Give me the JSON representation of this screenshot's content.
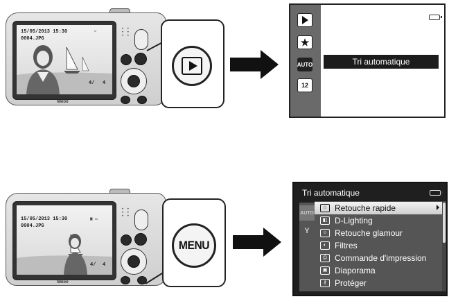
{
  "step1": {
    "camera": {
      "osd_datetime": "15/05/2013 15:30",
      "osd_file": "0004.JPG",
      "osd_frame": "4/",
      "osd_total": "4",
      "brand": "Nikon"
    },
    "zoom_button": {
      "icon": "play-icon"
    },
    "lcd": {
      "mode_icons": [
        "play-icon",
        "star-icon",
        "auto-sort-icon",
        "list-by-date-icon"
      ],
      "mode_labels": [
        "",
        "",
        "AUTO",
        "12"
      ],
      "selected_label": "Tri automatique"
    }
  },
  "step2": {
    "camera": {
      "osd_datetime": "15/05/2013 15:30",
      "osd_file": "0004.JPG",
      "osd_frame": "4/",
      "osd_total": "4",
      "brand": "Nikon"
    },
    "zoom_button": {
      "label": "MENU"
    },
    "lcd": {
      "title": "Tri automatique",
      "tab_labels": [
        "AUTO",
        "Y"
      ],
      "items": [
        {
          "label": "Retouche rapide",
          "icon": "quick-retouch-icon",
          "glyph": "☆"
        },
        {
          "label": "D-Lighting",
          "icon": "d-lighting-icon",
          "glyph": "◧"
        },
        {
          "label": "Retouche glamour",
          "icon": "glamour-icon",
          "glyph": "☺"
        },
        {
          "label": "Filtres",
          "icon": "filter-icon",
          "glyph": "◐"
        },
        {
          "label": "Commande d'impression",
          "icon": "print-order-icon",
          "glyph": "⎙"
        },
        {
          "label": "Diaporama",
          "icon": "slideshow-icon",
          "glyph": "▣"
        },
        {
          "label": "Protéger",
          "icon": "protect-icon",
          "glyph": "⚷"
        }
      ]
    }
  },
  "colors": {
    "selection_dark": "#1c1c1c",
    "menu_bg": "#555555",
    "panel_bg": "#1f1f1f"
  }
}
